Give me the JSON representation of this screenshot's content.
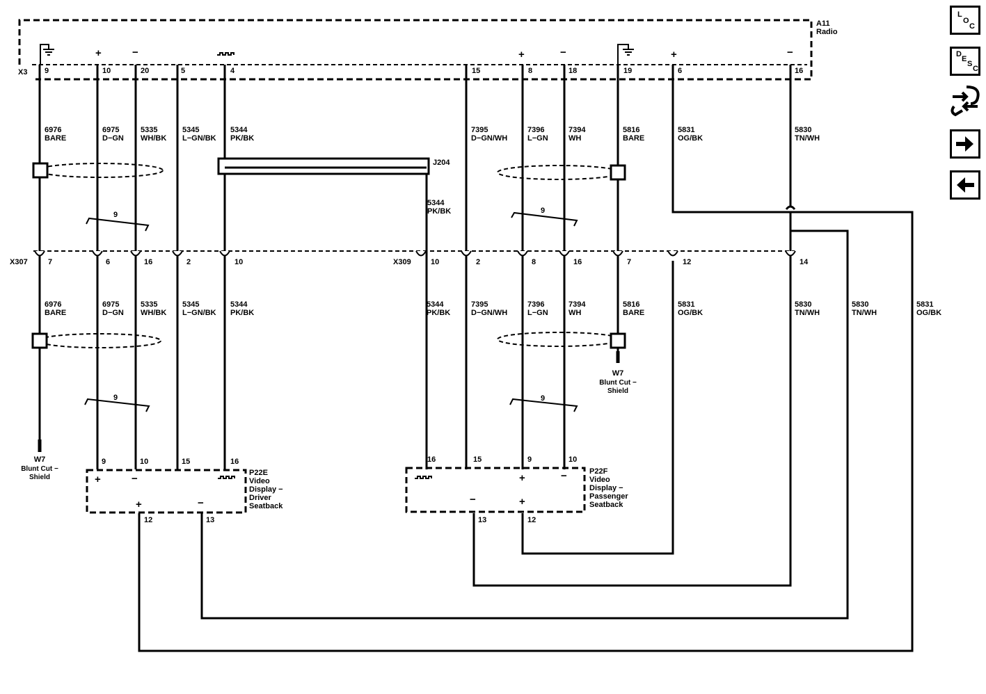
{
  "module": {
    "ref": "A11",
    "name": "Radio",
    "connector": "X3"
  },
  "radio_pins": [
    {
      "pin": "9"
    },
    {
      "pin": "10",
      "sign": "+"
    },
    {
      "pin": "20",
      "sign": "−"
    },
    {
      "pin": "5"
    },
    {
      "pin": "4"
    },
    {
      "pin": "15"
    },
    {
      "pin": "8",
      "sign": "+"
    },
    {
      "pin": "18",
      "sign": "−"
    },
    {
      "pin": "19"
    },
    {
      "pin": "6",
      "sign": "+"
    },
    {
      "pin": "16",
      "sign": "−"
    }
  ],
  "upper_wires": [
    {
      "circuit": "6976",
      "color": "BARE"
    },
    {
      "circuit": "6975",
      "color": "D−GN"
    },
    {
      "circuit": "5335",
      "color": "WH/BK"
    },
    {
      "circuit": "5345",
      "color": "L−GN/BK"
    },
    {
      "circuit": "5344",
      "color": "PK/BK"
    },
    {
      "circuit": "7395",
      "color": "D−GN/WH"
    },
    {
      "circuit": "7396",
      "color": "L−GN"
    },
    {
      "circuit": "7394",
      "color": "WH"
    },
    {
      "circuit": "5816",
      "color": "BARE"
    },
    {
      "circuit": "5831",
      "color": "OG/BK"
    },
    {
      "circuit": "5830",
      "color": "TN/WH"
    }
  ],
  "splice": {
    "ref": "J204",
    "circuit": "5344",
    "color": "PK/BK"
  },
  "twist_label": "9",
  "x307": {
    "ref": "X307",
    "pins": [
      "7",
      "6",
      "16",
      "2",
      "10"
    ]
  },
  "x309": {
    "ref": "X309",
    "pins": [
      "10",
      "2",
      "8",
      "16",
      "7",
      "12",
      "14"
    ]
  },
  "lower_wires": [
    {
      "circuit": "6976",
      "color": "BARE"
    },
    {
      "circuit": "6975",
      "color": "D−GN"
    },
    {
      "circuit": "5335",
      "color": "WH/BK"
    },
    {
      "circuit": "5345",
      "color": "L−GN/BK"
    },
    {
      "circuit": "5344",
      "color": "PK/BK"
    },
    {
      "circuit": "5344",
      "color": "PK/BK"
    },
    {
      "circuit": "7395",
      "color": "D−GN/WH"
    },
    {
      "circuit": "7396",
      "color": "L−GN"
    },
    {
      "circuit": "7394",
      "color": "WH"
    },
    {
      "circuit": "5816",
      "color": "BARE"
    },
    {
      "circuit": "5831",
      "color": "OG/BK"
    },
    {
      "circuit": "5830",
      "color": "TN/WH"
    },
    {
      "circuit": "5830",
      "color": "TN/WH"
    },
    {
      "circuit": "5831",
      "color": "OG/BK"
    }
  ],
  "shield_end": {
    "ref": "W7",
    "line1": "Blunt Cut −",
    "line2": "Shield"
  },
  "driver_display": {
    "ref": "P22E",
    "lines": [
      "Video",
      "Display −",
      "Driver",
      "Seatback"
    ],
    "top_pins": [
      "9",
      "10",
      "15",
      "16"
    ],
    "bottom_pins": [
      "12",
      "13"
    ]
  },
  "passenger_display": {
    "ref": "P22F",
    "lines": [
      "Video",
      "Display −",
      "Passenger",
      "Seatback"
    ],
    "top_pins": [
      "16",
      "15",
      "9",
      "10"
    ],
    "bottom_pins": [
      "13",
      "12"
    ]
  },
  "signs": {
    "plus": "+",
    "minus": "−"
  },
  "nav": {
    "loc": {
      "l1": "L",
      "l2": "O",
      "l3": "C"
    },
    "desc": {
      "l1": "D",
      "l2": "E",
      "l3": "S",
      "l4": "C"
    },
    "icons": [
      "connector-icon",
      "arrow-right-icon",
      "arrow-left-icon"
    ]
  }
}
